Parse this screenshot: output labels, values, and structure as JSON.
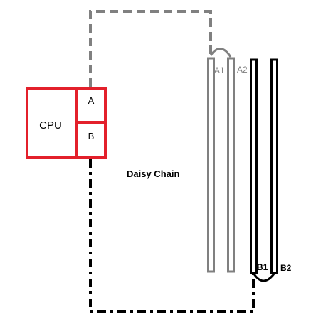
{
  "diagram": {
    "cpu_label": "CPU",
    "channel_a_label": "A",
    "channel_b_label": "B",
    "title": "Daisy Chain",
    "slots": {
      "a1": "A1",
      "a2": "A2",
      "b1": "B1",
      "b2": "B2"
    },
    "colors": {
      "cpu": "#e3202b",
      "channel_a_path": "#808080",
      "channel_b_path": "#000000",
      "slot_a": "#808080",
      "slot_b": "#000000",
      "label_a": "#808080",
      "label_b": "#000000",
      "text": "#000000",
      "background": "#ffffff"
    }
  }
}
